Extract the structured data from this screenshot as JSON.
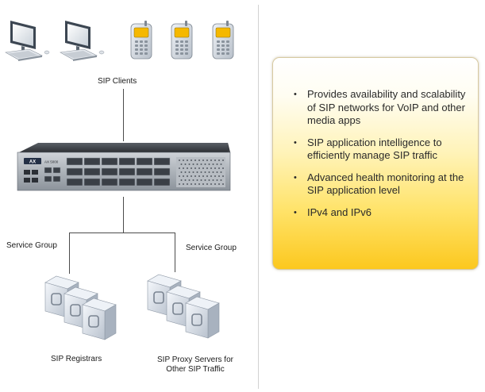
{
  "diagram": {
    "clients_label": "SIP Clients",
    "device_brand": "AX",
    "device_model": "AX 5000",
    "group_left_label": "Service Group",
    "group_right_label": "Service Group",
    "registrars_label": "SIP Registrars",
    "proxy_label_line1": "SIP Proxy Servers for",
    "proxy_label_line2": "Other SIP Traffic"
  },
  "features": {
    "items": [
      "Provides availability and scalability of SIP networks for VoIP and other media apps",
      "SIP application intelligence to efficiently manage SIP traffic",
      "Advanced health monitoring at the SIP application level",
      "IPv4 and IPv6"
    ]
  },
  "colors": {
    "panel_gradient_top": "#ffffff",
    "panel_gradient_bottom": "#fcc81e",
    "device_body": "#2a2d31",
    "server_body": "#d9dfe8"
  }
}
